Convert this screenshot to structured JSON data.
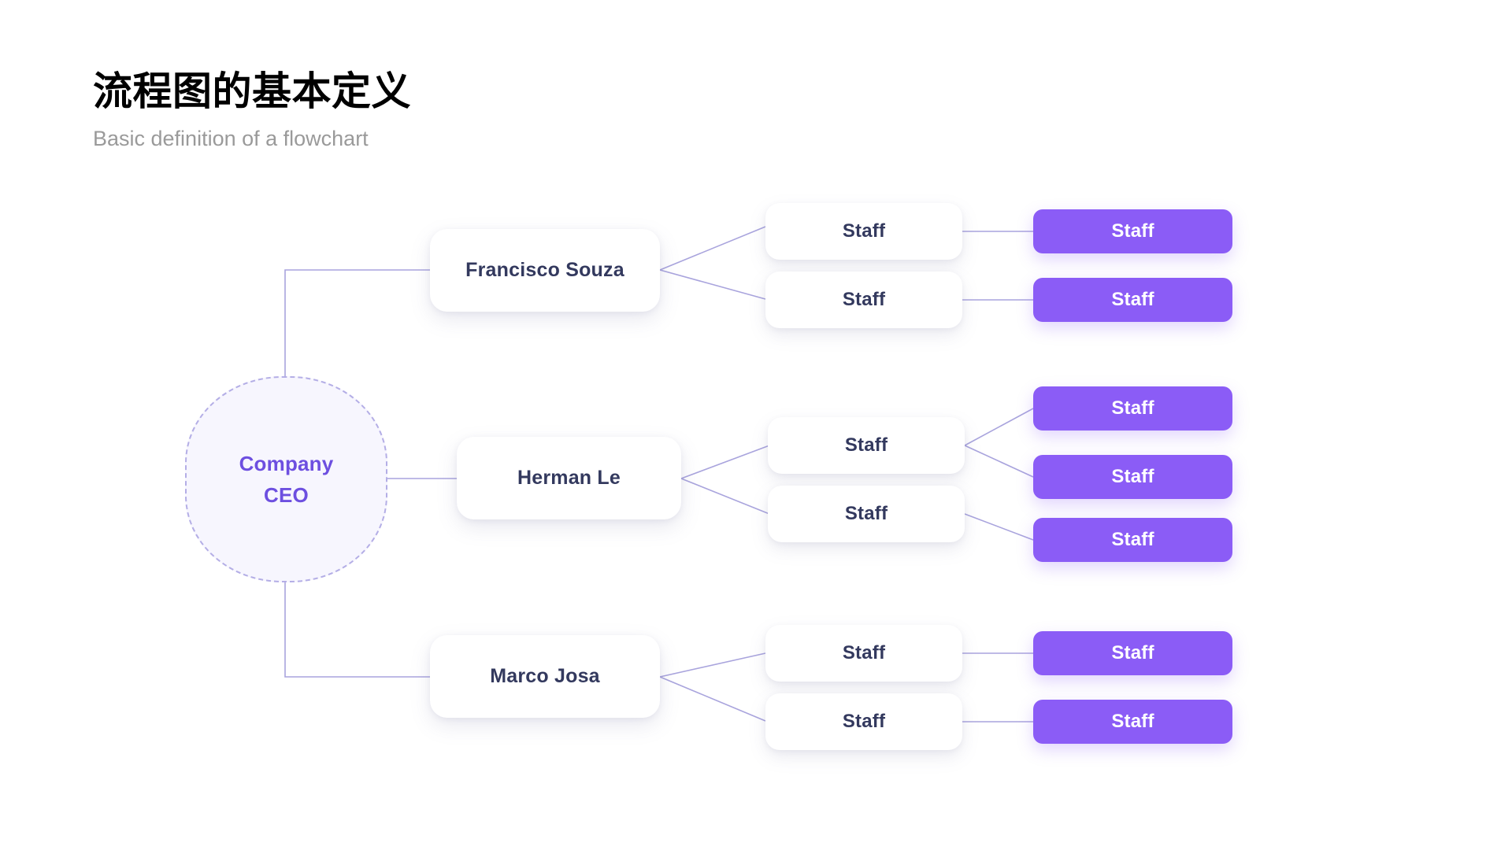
{
  "header": {
    "title": "流程图的基本定义",
    "subtitle": "Basic definition of a flowchart"
  },
  "colors": {
    "accent": "#8b5cf6",
    "root_text": "#6d4fe0",
    "root_fill": "#f7f6fe",
    "root_border": "#b4aee6",
    "card_text": "#33395e",
    "edge": "#a9a4dd",
    "title": "#000000",
    "subtitle": "#9a9a9a",
    "background": "#ffffff"
  },
  "chart_data": {
    "type": "diagram",
    "title": "流程图的基本定义",
    "subtitle": "Basic definition of a flowchart",
    "orientation": "left-to-right",
    "levels": 4,
    "nodes": [
      {
        "id": "root",
        "label": "Company\nCEO",
        "level": 1,
        "style": "root"
      },
      {
        "id": "m1",
        "label": "Francisco Souza",
        "level": 2,
        "style": "card"
      },
      {
        "id": "m2",
        "label": "Herman Le",
        "level": 2,
        "style": "card"
      },
      {
        "id": "m3",
        "label": "Marco Josa",
        "level": 2,
        "style": "card"
      },
      {
        "id": "s1",
        "label": "Staff",
        "level": 3,
        "style": "plain"
      },
      {
        "id": "s2",
        "label": "Staff",
        "level": 3,
        "style": "plain"
      },
      {
        "id": "s3",
        "label": "Staff",
        "level": 3,
        "style": "plain"
      },
      {
        "id": "s4",
        "label": "Staff",
        "level": 3,
        "style": "plain"
      },
      {
        "id": "s5",
        "label": "Staff",
        "level": 3,
        "style": "plain"
      },
      {
        "id": "s6",
        "label": "Staff",
        "level": 3,
        "style": "plain"
      },
      {
        "id": "a1",
        "label": "Staff",
        "level": 4,
        "style": "accent"
      },
      {
        "id": "a2",
        "label": "Staff",
        "level": 4,
        "style": "accent"
      },
      {
        "id": "a3",
        "label": "Staff",
        "level": 4,
        "style": "accent"
      },
      {
        "id": "a4",
        "label": "Staff",
        "level": 4,
        "style": "accent"
      },
      {
        "id": "a5",
        "label": "Staff",
        "level": 4,
        "style": "accent"
      },
      {
        "id": "a6",
        "label": "Staff",
        "level": 4,
        "style": "accent"
      },
      {
        "id": "a7",
        "label": "Staff",
        "level": 4,
        "style": "accent"
      }
    ],
    "edges": [
      {
        "from": "root",
        "to": "m1",
        "kind": "orthogonal"
      },
      {
        "from": "root",
        "to": "m2",
        "kind": "straight"
      },
      {
        "from": "root",
        "to": "m3",
        "kind": "orthogonal"
      },
      {
        "from": "m1",
        "to": "s1",
        "kind": "diagonal"
      },
      {
        "from": "m1",
        "to": "s2",
        "kind": "diagonal"
      },
      {
        "from": "m2",
        "to": "s3",
        "kind": "diagonal"
      },
      {
        "from": "m2",
        "to": "s4",
        "kind": "diagonal"
      },
      {
        "from": "m3",
        "to": "s5",
        "kind": "diagonal"
      },
      {
        "from": "m3",
        "to": "s6",
        "kind": "diagonal"
      },
      {
        "from": "s1",
        "to": "a1",
        "kind": "straight"
      },
      {
        "from": "s2",
        "to": "a2",
        "kind": "straight"
      },
      {
        "from": "s3",
        "to": "a3",
        "kind": "diagonal"
      },
      {
        "from": "s3",
        "to": "a4",
        "kind": "diagonal"
      },
      {
        "from": "s4",
        "to": "a5",
        "kind": "diagonal"
      },
      {
        "from": "s5",
        "to": "a6",
        "kind": "straight"
      },
      {
        "from": "s6",
        "to": "a7",
        "kind": "straight"
      }
    ]
  },
  "nodes": {
    "root": {
      "line1": "Company",
      "line2": "CEO"
    },
    "managers": [
      {
        "label": "Francisco Souza"
      },
      {
        "label": "Herman Le"
      },
      {
        "label": "Marco Josa"
      }
    ],
    "staff_plain": [
      {
        "label": "Staff"
      },
      {
        "label": "Staff"
      },
      {
        "label": "Staff"
      },
      {
        "label": "Staff"
      },
      {
        "label": "Staff"
      },
      {
        "label": "Staff"
      }
    ],
    "staff_accent": [
      {
        "label": "Staff"
      },
      {
        "label": "Staff"
      },
      {
        "label": "Staff"
      },
      {
        "label": "Staff"
      },
      {
        "label": "Staff"
      },
      {
        "label": "Staff"
      },
      {
        "label": "Staff"
      }
    ]
  }
}
